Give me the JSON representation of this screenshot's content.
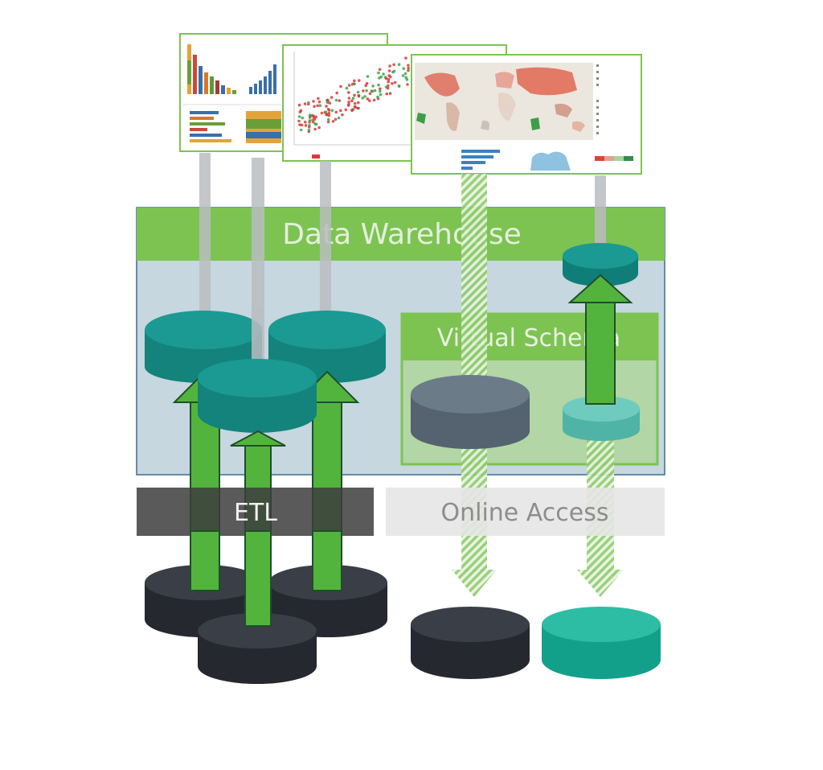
{
  "diagram": {
    "warehouse": {
      "title": "Data Warehouse"
    },
    "virtual_schema": {
      "title": "Virtual Schema"
    },
    "etl": {
      "label": "ETL"
    },
    "online_access": {
      "label": "Online Access"
    }
  },
  "colors": {
    "green_header": "#7dc352",
    "warehouse_fill": "#c6d7df",
    "teal_cylinder": "#1a9a92",
    "slate_cylinder": "#5e6e7b",
    "dark_cylinder": "#2c3038",
    "light_teal_cylinder": "#5ec3b6",
    "bright_teal_cylinder": "#17b19a",
    "arrow_green": "#52b43d",
    "arrow_grey": "#b9bdc0",
    "etl_bar": "#565656",
    "online_bar": "#ececec"
  }
}
